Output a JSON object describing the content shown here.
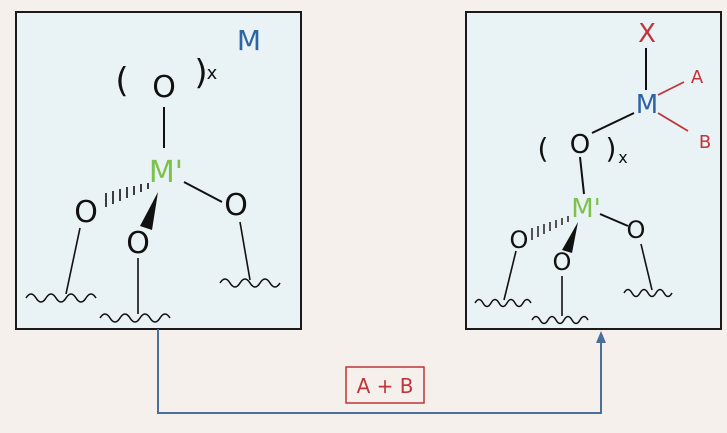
{
  "colors": {
    "background": "#f6f0ec",
    "panel": "#e9f2f5",
    "border": "#1a1a1a",
    "metal_M": "#2e63a6",
    "metal_Mprime": "#7cc24a",
    "red": "#c0343a",
    "arrow": "#4a6f9b",
    "black": "#111111"
  },
  "left_structure": {
    "metal": "M",
    "subscript": "x",
    "bridging_oxygen": "O",
    "central_metal": "M'",
    "oxygens": [
      "O",
      "O",
      "O"
    ],
    "paren_open": "(",
    "paren_close": ")"
  },
  "right_structure": {
    "metal": "M",
    "ligand_x": "X",
    "ligand_a": "A",
    "ligand_b": "B",
    "subscript": "x",
    "bridging_oxygen": "O",
    "central_metal": "M'",
    "oxygens": [
      "O",
      "O",
      "O"
    ],
    "paren_open": "(",
    "paren_close": ")"
  },
  "reagent_label": "A + B"
}
